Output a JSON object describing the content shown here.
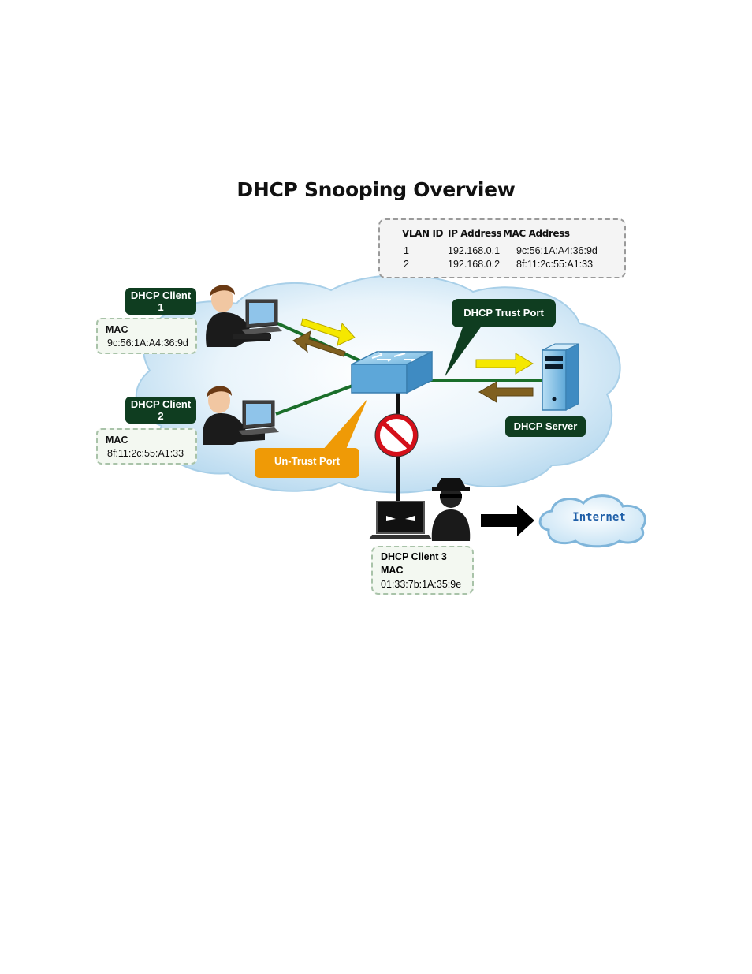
{
  "title": "DHCP Snooping Overview",
  "binding_table": {
    "headers": [
      "VLAN ID",
      "IP Address",
      "MAC Address"
    ],
    "rows": [
      [
        "1",
        "192.168.0.1",
        "9c:56:1A:A4:36:9d"
      ],
      [
        "2",
        "192.168.0.2",
        "8f:11:2c:55:A1:33"
      ]
    ]
  },
  "client1": {
    "name_line1": "DHCP Client",
    "name_line2": "1",
    "mac_label": "MAC",
    "mac": "9c:56:1A:A4:36:9d"
  },
  "client2": {
    "name_line1": "DHCP Client",
    "name_line2": "2",
    "mac_label": "MAC",
    "mac": "8f:11:2c:55:A1:33"
  },
  "client3": {
    "name": "DHCP Client 3",
    "mac_label": "MAC",
    "mac": "01:33:7b:1A:35:9e"
  },
  "trust_port_label": "DHCP Trust Port",
  "untrust_port_label": "Un-Trust Port",
  "server_label": "DHCP Server",
  "internet_label": "Internet",
  "colors": {
    "dark_green": "#0f3d20",
    "orange": "#ef9a06",
    "yellow_arrow": "#f5e800",
    "brown_arrow": "#806020",
    "link_green": "#1a6e2a",
    "block_red": "#d4101a"
  },
  "icons": [
    "user-icon",
    "laptop-icon",
    "switch-icon",
    "server-icon",
    "no-entry-icon",
    "hacker-icon",
    "evil-laptop-icon",
    "internet-cloud-icon"
  ]
}
